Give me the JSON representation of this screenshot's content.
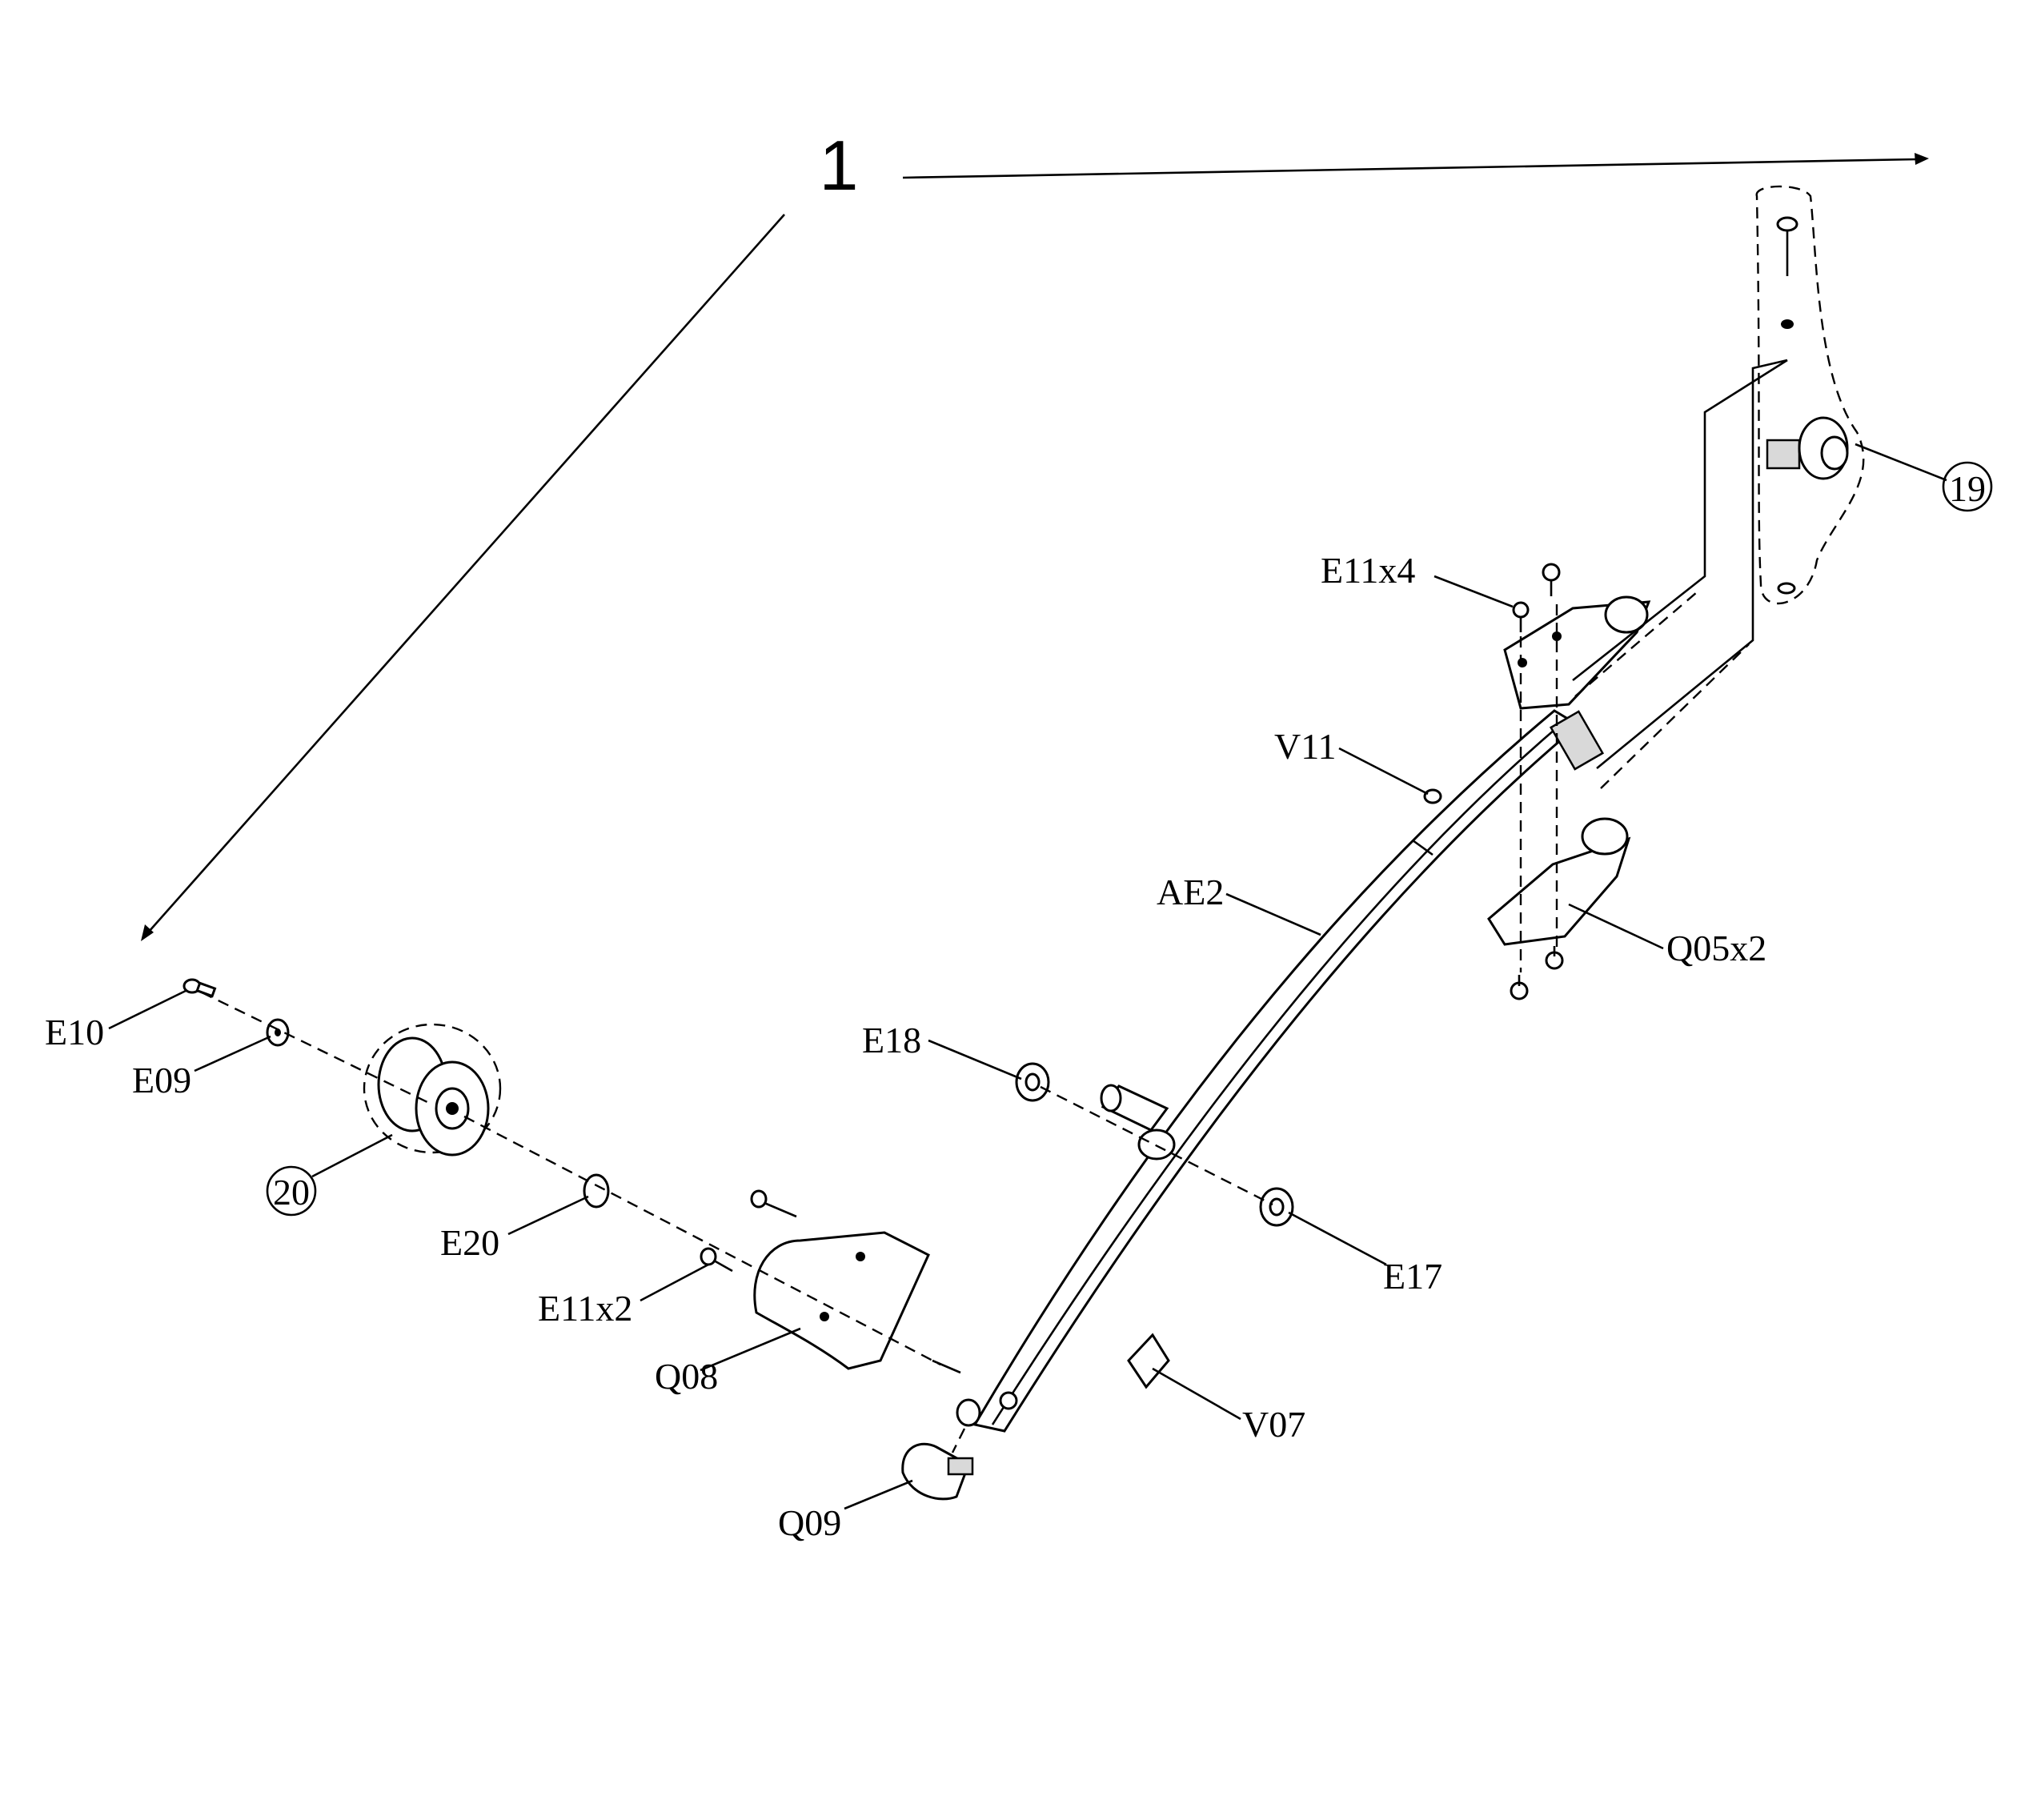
{
  "assembly_number": "1",
  "callouts": {
    "sub19": "19",
    "sub20": "20"
  },
  "labels": {
    "E11x4": "E11x4",
    "V11": "V11",
    "AE2": "AE2",
    "Q05x2": "Q05x2",
    "E10": "E10",
    "E09": "E09",
    "E18": "E18",
    "E20": "E20",
    "E17": "E17",
    "E11x2": "E11x2",
    "Q08": "Q08",
    "V07": "V07",
    "Q09": "Q09"
  }
}
